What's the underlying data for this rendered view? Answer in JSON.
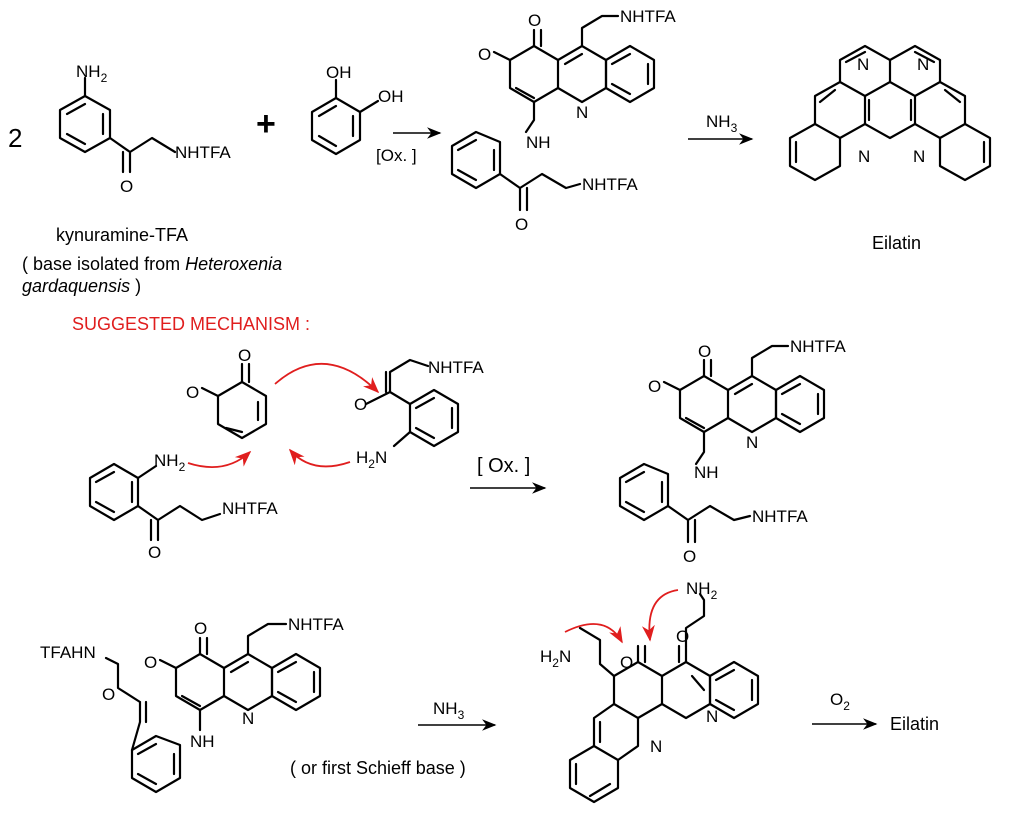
{
  "colors": {
    "ink": "#000000",
    "mechanism": "#e01e1e",
    "background": "#ffffff"
  },
  "top": {
    "coefficient": "2",
    "plus": "+",
    "kynuramine": {
      "nh2": "NH",
      "nh2_sub": "2",
      "side_chain": "NHTFA",
      "carbonyl_o": "O"
    },
    "catechol": {
      "oh1": "OH",
      "oh2": "OH"
    },
    "ox_label": "[Ox. ]",
    "adduct": {
      "ketone_o1": "O",
      "ketone_o2": "O",
      "side_chain": "NHTFA",
      "ring_n": "N",
      "nh": "NH",
      "side_chain2": "NHTFA",
      "carbonyl_o": "O"
    },
    "nh3": "NH",
    "nh3_sub": "3",
    "eilatin": {
      "n1": "N",
      "n2": "N",
      "n3": "N",
      "n4": "N"
    },
    "caption_kynuramine": "kynuramine-TFA",
    "caption_base_line1": "( base isolated from ",
    "caption_base_italic1": "Heteroxenia",
    "caption_base_italic2": "gardaquensis",
    "caption_base_end": " )",
    "caption_eilatin": "Eilatin"
  },
  "mechanism": {
    "heading": "SUGGESTED  MECHANISM :",
    "quinone": {
      "o1": "O",
      "o2": "O"
    },
    "right_amine": {
      "side_chain": "NHTFA",
      "carbonyl_o": "O",
      "h2n_h": "H",
      "h2n_sub": "2",
      "h2n_n": "N"
    },
    "left_amine": {
      "nh2": "NH",
      "nh2_sub": "2",
      "side_chain": "NHTFA",
      "carbonyl_o": "O"
    },
    "ox_label": "[ Ox. ]",
    "product": {
      "o1": "O",
      "o2": "O",
      "side_chain": "NHTFA",
      "ring_n": "N",
      "nh": "NH",
      "side_chain2": "NHTFA",
      "carbonyl_o": "O"
    }
  },
  "bottom": {
    "left": {
      "tfahn": "TFAHN",
      "side_chain": "NHTFA",
      "o1": "O",
      "o2": "O",
      "carbonyl_o": "O",
      "ring_n": "N",
      "nh": "NH"
    },
    "nh3": "NH",
    "nh3_sub": "3",
    "schiff_note": "( or first Schieff base )",
    "right": {
      "nh2_top": "NH",
      "nh2_top_sub": "2",
      "h2n_h": "H",
      "h2n_sub": "2",
      "h2n_n": "N",
      "o1": "O",
      "o2": "O",
      "n1": "N",
      "n2": "N"
    },
    "o2": "O",
    "o2_sub": "2",
    "product": "Eilatin"
  }
}
